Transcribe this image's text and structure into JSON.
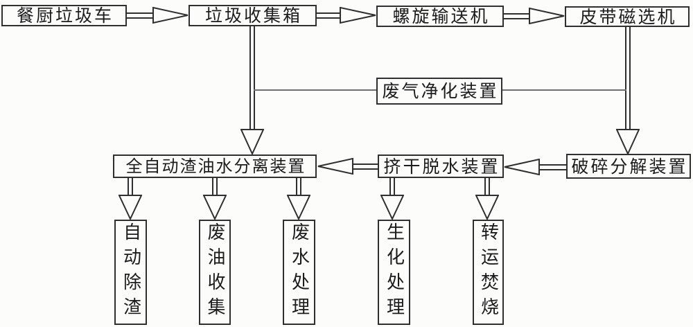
{
  "diagram": {
    "type": "flowchart",
    "colors": {
      "line": "#2f2f2f",
      "background": "#fcfcfb",
      "text": "#1c1c1c"
    },
    "nodes": {
      "kitchen_waste_truck": {
        "label": "餐厨垃圾车"
      },
      "waste_collection_box": {
        "label": "垃圾收集箱"
      },
      "screw_conveyor": {
        "label": "螺旋输送机"
      },
      "belt_magnetic_separator": {
        "label": "皮带磁选机"
      },
      "waste_gas_purifier": {
        "label": "废气净化装置"
      },
      "auto_separator": {
        "label": "全自动渣油水分离装置"
      },
      "dewatering_unit": {
        "label": "挤干脱水装置"
      },
      "crushing_unit": {
        "label": "破碎分解装置"
      },
      "auto_slag_removal": {
        "label": "自动除渣"
      },
      "waste_oil_collection": {
        "label": "废油收集"
      },
      "waste_water_treatment": {
        "label": "废水处理"
      },
      "biochemical_treatment": {
        "label": "生化处理"
      },
      "transfer_incineration": {
        "label": "转运焚烧"
      }
    },
    "edges": [
      {
        "from": "kitchen_waste_truck",
        "to": "waste_collection_box",
        "style": "double-line-arrow"
      },
      {
        "from": "waste_collection_box",
        "to": "screw_conveyor",
        "style": "double-line-arrow"
      },
      {
        "from": "screw_conveyor",
        "to": "belt_magnetic_separator",
        "style": "double-line-arrow"
      },
      {
        "from": "waste_collection_box",
        "to": "auto_separator",
        "style": "double-line-arrow"
      },
      {
        "from": "belt_magnetic_separator",
        "to": "crushing_unit",
        "style": "double-line-arrow"
      },
      {
        "from": "crushing_unit",
        "to": "dewatering_unit",
        "style": "double-line-arrow"
      },
      {
        "from": "dewatering_unit",
        "to": "auto_separator",
        "style": "double-line-arrow"
      },
      {
        "from": "auto_separator",
        "to": "auto_slag_removal",
        "style": "double-line-arrow"
      },
      {
        "from": "auto_separator",
        "to": "waste_oil_collection",
        "style": "double-line-arrow"
      },
      {
        "from": "auto_separator",
        "to": "waste_water_treatment",
        "style": "double-line-arrow"
      },
      {
        "from": "dewatering_unit",
        "to": "biochemical_treatment",
        "style": "double-line-arrow"
      },
      {
        "from": "dewatering_unit",
        "to": "transfer_incineration",
        "style": "double-line-arrow"
      },
      {
        "from": "waste_collection_box",
        "to": "waste_gas_purifier",
        "style": "thin-line"
      },
      {
        "from": "belt_magnetic_separator",
        "to": "waste_gas_purifier",
        "style": "thin-line"
      }
    ]
  }
}
